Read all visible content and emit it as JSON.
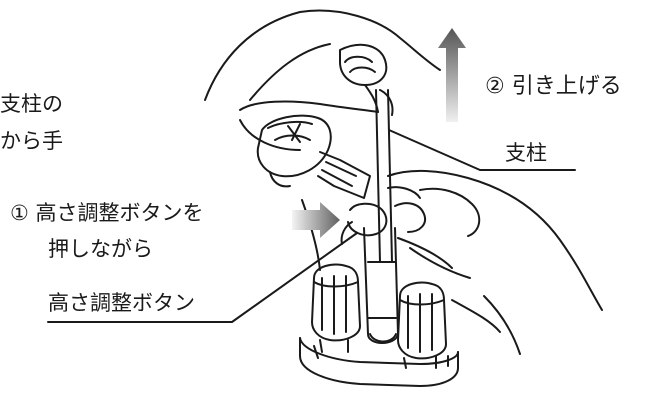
{
  "labels": {
    "step2": "② 引き上げる",
    "post_top": "支柱の",
    "post_hand": "から手",
    "post": "支柱",
    "step1_line1": "① 高さ調整ボタンを",
    "step1_line2": "押しながら",
    "height_button": "高さ調整ボタン"
  },
  "colors": {
    "ink": "#1a1a1a",
    "arrow_up_top": "#555555",
    "arrow_up_bottom": "#eeeeee",
    "arrow_push_left": "#f2f2f2",
    "arrow_push_right": "#666666"
  },
  "icons": {
    "lift_arrow": "up-arrow-icon",
    "push_arrow": "right-arrow-icon"
  }
}
